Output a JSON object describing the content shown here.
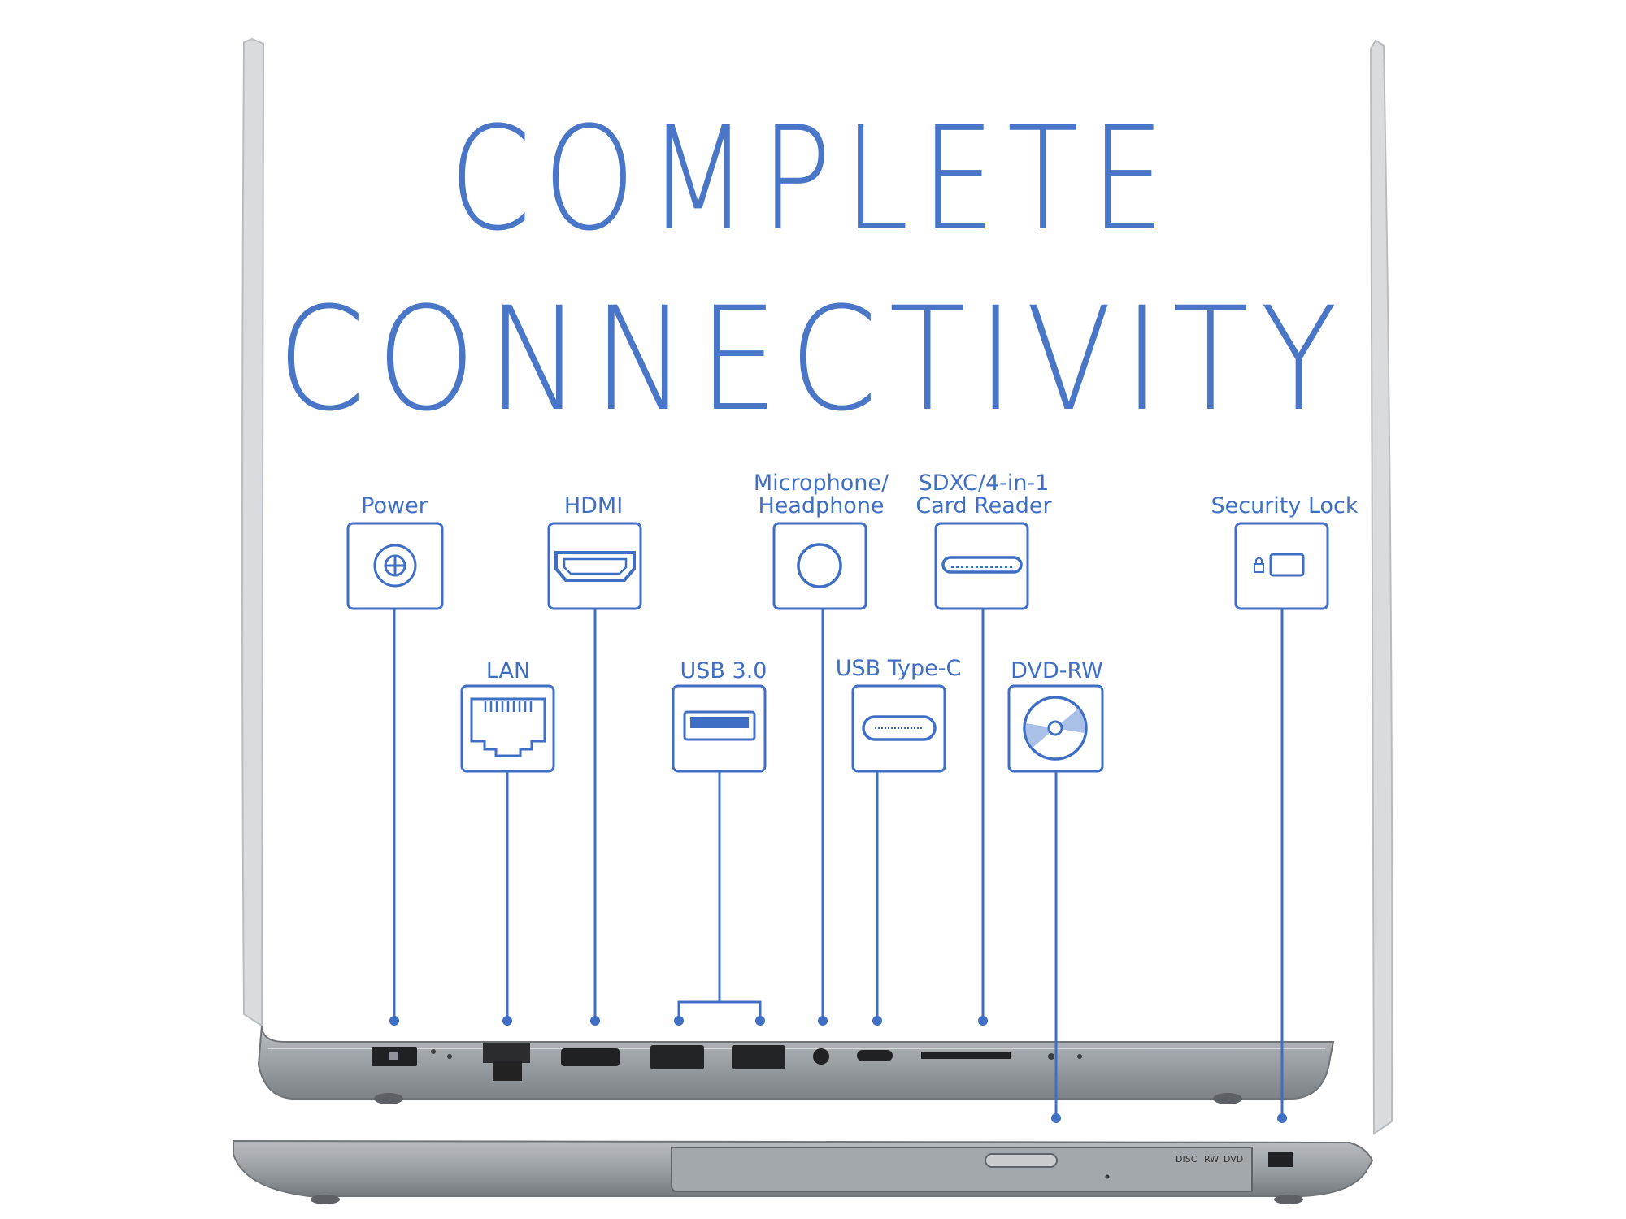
{
  "headline": {
    "line1": "COMPLETE",
    "line2": "CONNECTIVITY"
  },
  "colors": {
    "accent": "#4a76c8",
    "laptop_body": "#9ea3a7",
    "laptop_edge": "#6f7478"
  },
  "ports": [
    {
      "id": "power",
      "label": "Power",
      "icon": "power-jack-icon"
    },
    {
      "id": "lan",
      "label": "LAN",
      "icon": "ethernet-port-icon"
    },
    {
      "id": "hdmi",
      "label": "HDMI",
      "icon": "hdmi-port-icon"
    },
    {
      "id": "usb3",
      "label": "USB 3.0",
      "icon": "usb-a-port-icon"
    },
    {
      "id": "audio",
      "label_lines": [
        "Microphone/",
        "Headphone"
      ],
      "icon": "audio-jack-icon"
    },
    {
      "id": "usbc",
      "label": "USB Type-C",
      "icon": "usb-c-port-icon"
    },
    {
      "id": "sd",
      "label_lines": [
        "SDXC/4-in-1",
        "Card Reader"
      ],
      "icon": "card-reader-icon"
    },
    {
      "id": "dvd",
      "label": "DVD-RW",
      "icon": "optical-disc-icon"
    },
    {
      "id": "lock",
      "label": "Security Lock",
      "icon": "security-lock-icon"
    }
  ]
}
